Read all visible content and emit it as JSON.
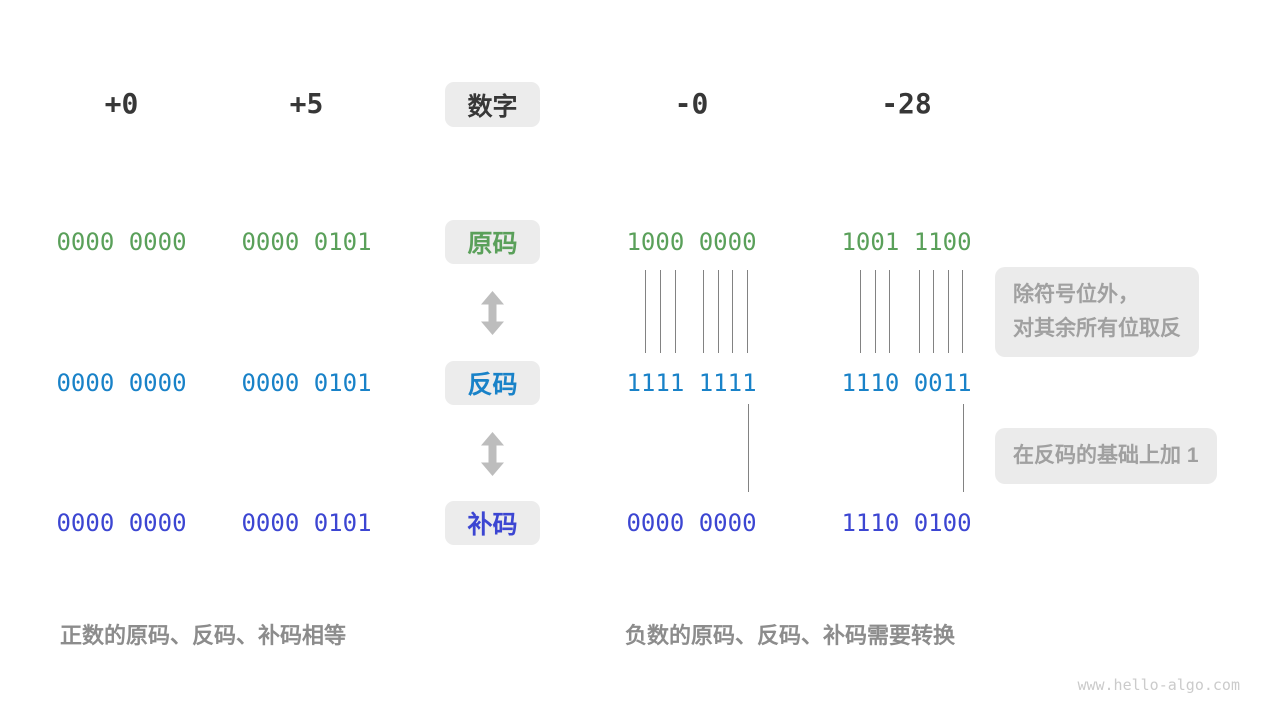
{
  "header": {
    "label": "数字",
    "values": [
      "+0",
      "+5",
      "-0",
      "-28"
    ]
  },
  "rows": [
    {
      "label": "原码",
      "values": [
        "0000 0000",
        "0000 0101",
        "1000 0000",
        "1001 1100"
      ]
    },
    {
      "label": "反码",
      "values": [
        "0000 0000",
        "0000 0101",
        "1111 1111",
        "1110 0011"
      ]
    },
    {
      "label": "补码",
      "values": [
        "0000 0000",
        "0000 0101",
        "0000 0000",
        "1110 0100"
      ]
    }
  ],
  "annotations": {
    "flip_line1": "除符号位外，",
    "flip_line2": "对其余所有位取反",
    "add_one": "在反码的基础上加 1"
  },
  "captions": {
    "positive": "正数的原码、反码、补码相等",
    "negative": "负数的原码、反码、补码需要转换"
  },
  "watermark": "www.hello-algo.com",
  "colors": {
    "sign_magnitude_green": "#5AA05A",
    "ones_complement_blue": "#1982C8",
    "twos_complement_indigo": "#3C46D2",
    "number_dark": "#373737",
    "annotation_gray": "#A0A0A0",
    "caption_gray": "#8C8C8C",
    "box_background": "#ECECEC",
    "connector_line": "#828282",
    "arrow_gray": "#BDBDBD",
    "watermark_gray": "#CBCBCB"
  }
}
